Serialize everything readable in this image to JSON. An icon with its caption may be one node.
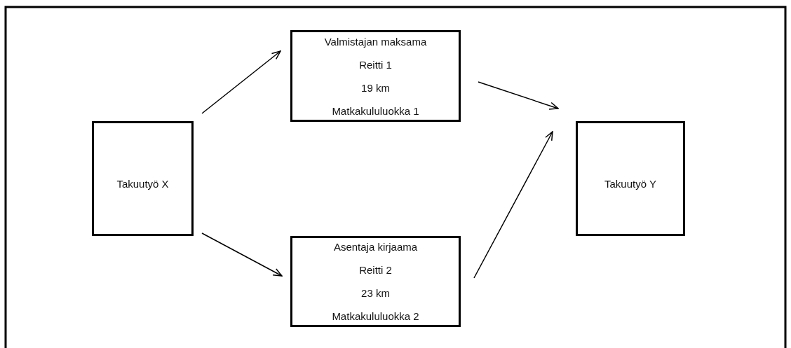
{
  "diagram": {
    "nodes": [
      {
        "text": [
          "Takuutyö X"
        ]
      },
      {
        "text": [
          "Valmistajan maksama",
          "Reitti 1",
          "19 km",
          "Matkakululuokka 1"
        ]
      },
      {
        "text": [
          "Asentaja kirjaama",
          "Reitti 2",
          "23 km",
          "Matkakululuokka 2"
        ]
      },
      {
        "text": [
          "Takuutyö Y"
        ]
      }
    ],
    "edges": [
      {
        "from": 0,
        "to": 1,
        "arrow": "to"
      },
      {
        "from": 1,
        "to": 3,
        "arrow": "to"
      },
      {
        "from": 0,
        "to": 2,
        "arrow": "to"
      },
      {
        "from": 2,
        "to": 3,
        "arrow": "to"
      }
    ]
  }
}
